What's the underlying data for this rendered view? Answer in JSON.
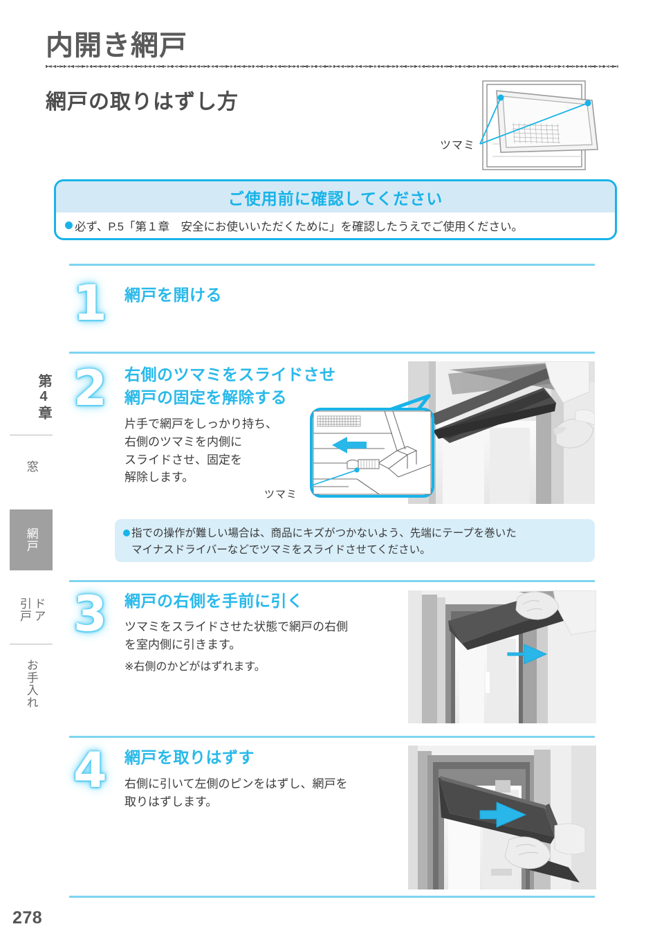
{
  "page": {
    "title": "内開き網戸",
    "subtitle": "網戸の取りはずし方",
    "page_number": "278",
    "accent_color": "#18b3e8",
    "rule_color": "#7fd4f0",
    "title_color": "#5a5a5a"
  },
  "side_rail": {
    "chapter": "第4章",
    "tabs": [
      {
        "label": "窓",
        "active": false
      },
      {
        "label": "網戸",
        "active": true
      },
      {
        "label": "ドア\n引戸",
        "active": false
      },
      {
        "label": "お手入れ",
        "active": false
      }
    ]
  },
  "hero": {
    "label": "ツマミ",
    "caption_points": 2
  },
  "notice": {
    "heading": "ご使用前に確認してください",
    "body": "必ず、P.5「第１章　安全にお使いいただくために」を確認したうえでご使用ください。",
    "header_bg": "#d4e9f6",
    "border_color": "#18b3e8"
  },
  "steps": [
    {
      "number": "1",
      "title": "網戸を開ける",
      "body": "",
      "note": ""
    },
    {
      "number": "2",
      "title_line1": "右側のツマミをスライドさせ",
      "title_line2": "網戸の固定を解除する",
      "body_line1": "片手で網戸をしっかり持ち、",
      "body_line2": "右側のツマミを内側に",
      "body_line3": "スライドさせ、固定を",
      "body_line4": "解除します。",
      "inset_label": "ツマミ",
      "arrow_direction": "left"
    },
    {
      "number": "3",
      "title": "網戸の右側を手前に引く",
      "body_line1": "ツマミをスライドさせた状態で網戸の右側",
      "body_line2": "を室内側に引きます。",
      "note": "※右側のかどがはずれます。",
      "arrow_direction": "right"
    },
    {
      "number": "4",
      "title": "網戸を取りはずす",
      "body_line1": "右側に引いて左側のピンをはずし、網戸を",
      "body_line2": "取りはずします。",
      "arrow_direction": "right"
    }
  ],
  "tip": {
    "line1": "指での操作が難しい場合は、商品にキズがつかないよう、先端にテープを巻いた",
    "line2": "マイナスドライバーなどでツマミをスライドさせてください。",
    "background": "#d8eef9"
  }
}
